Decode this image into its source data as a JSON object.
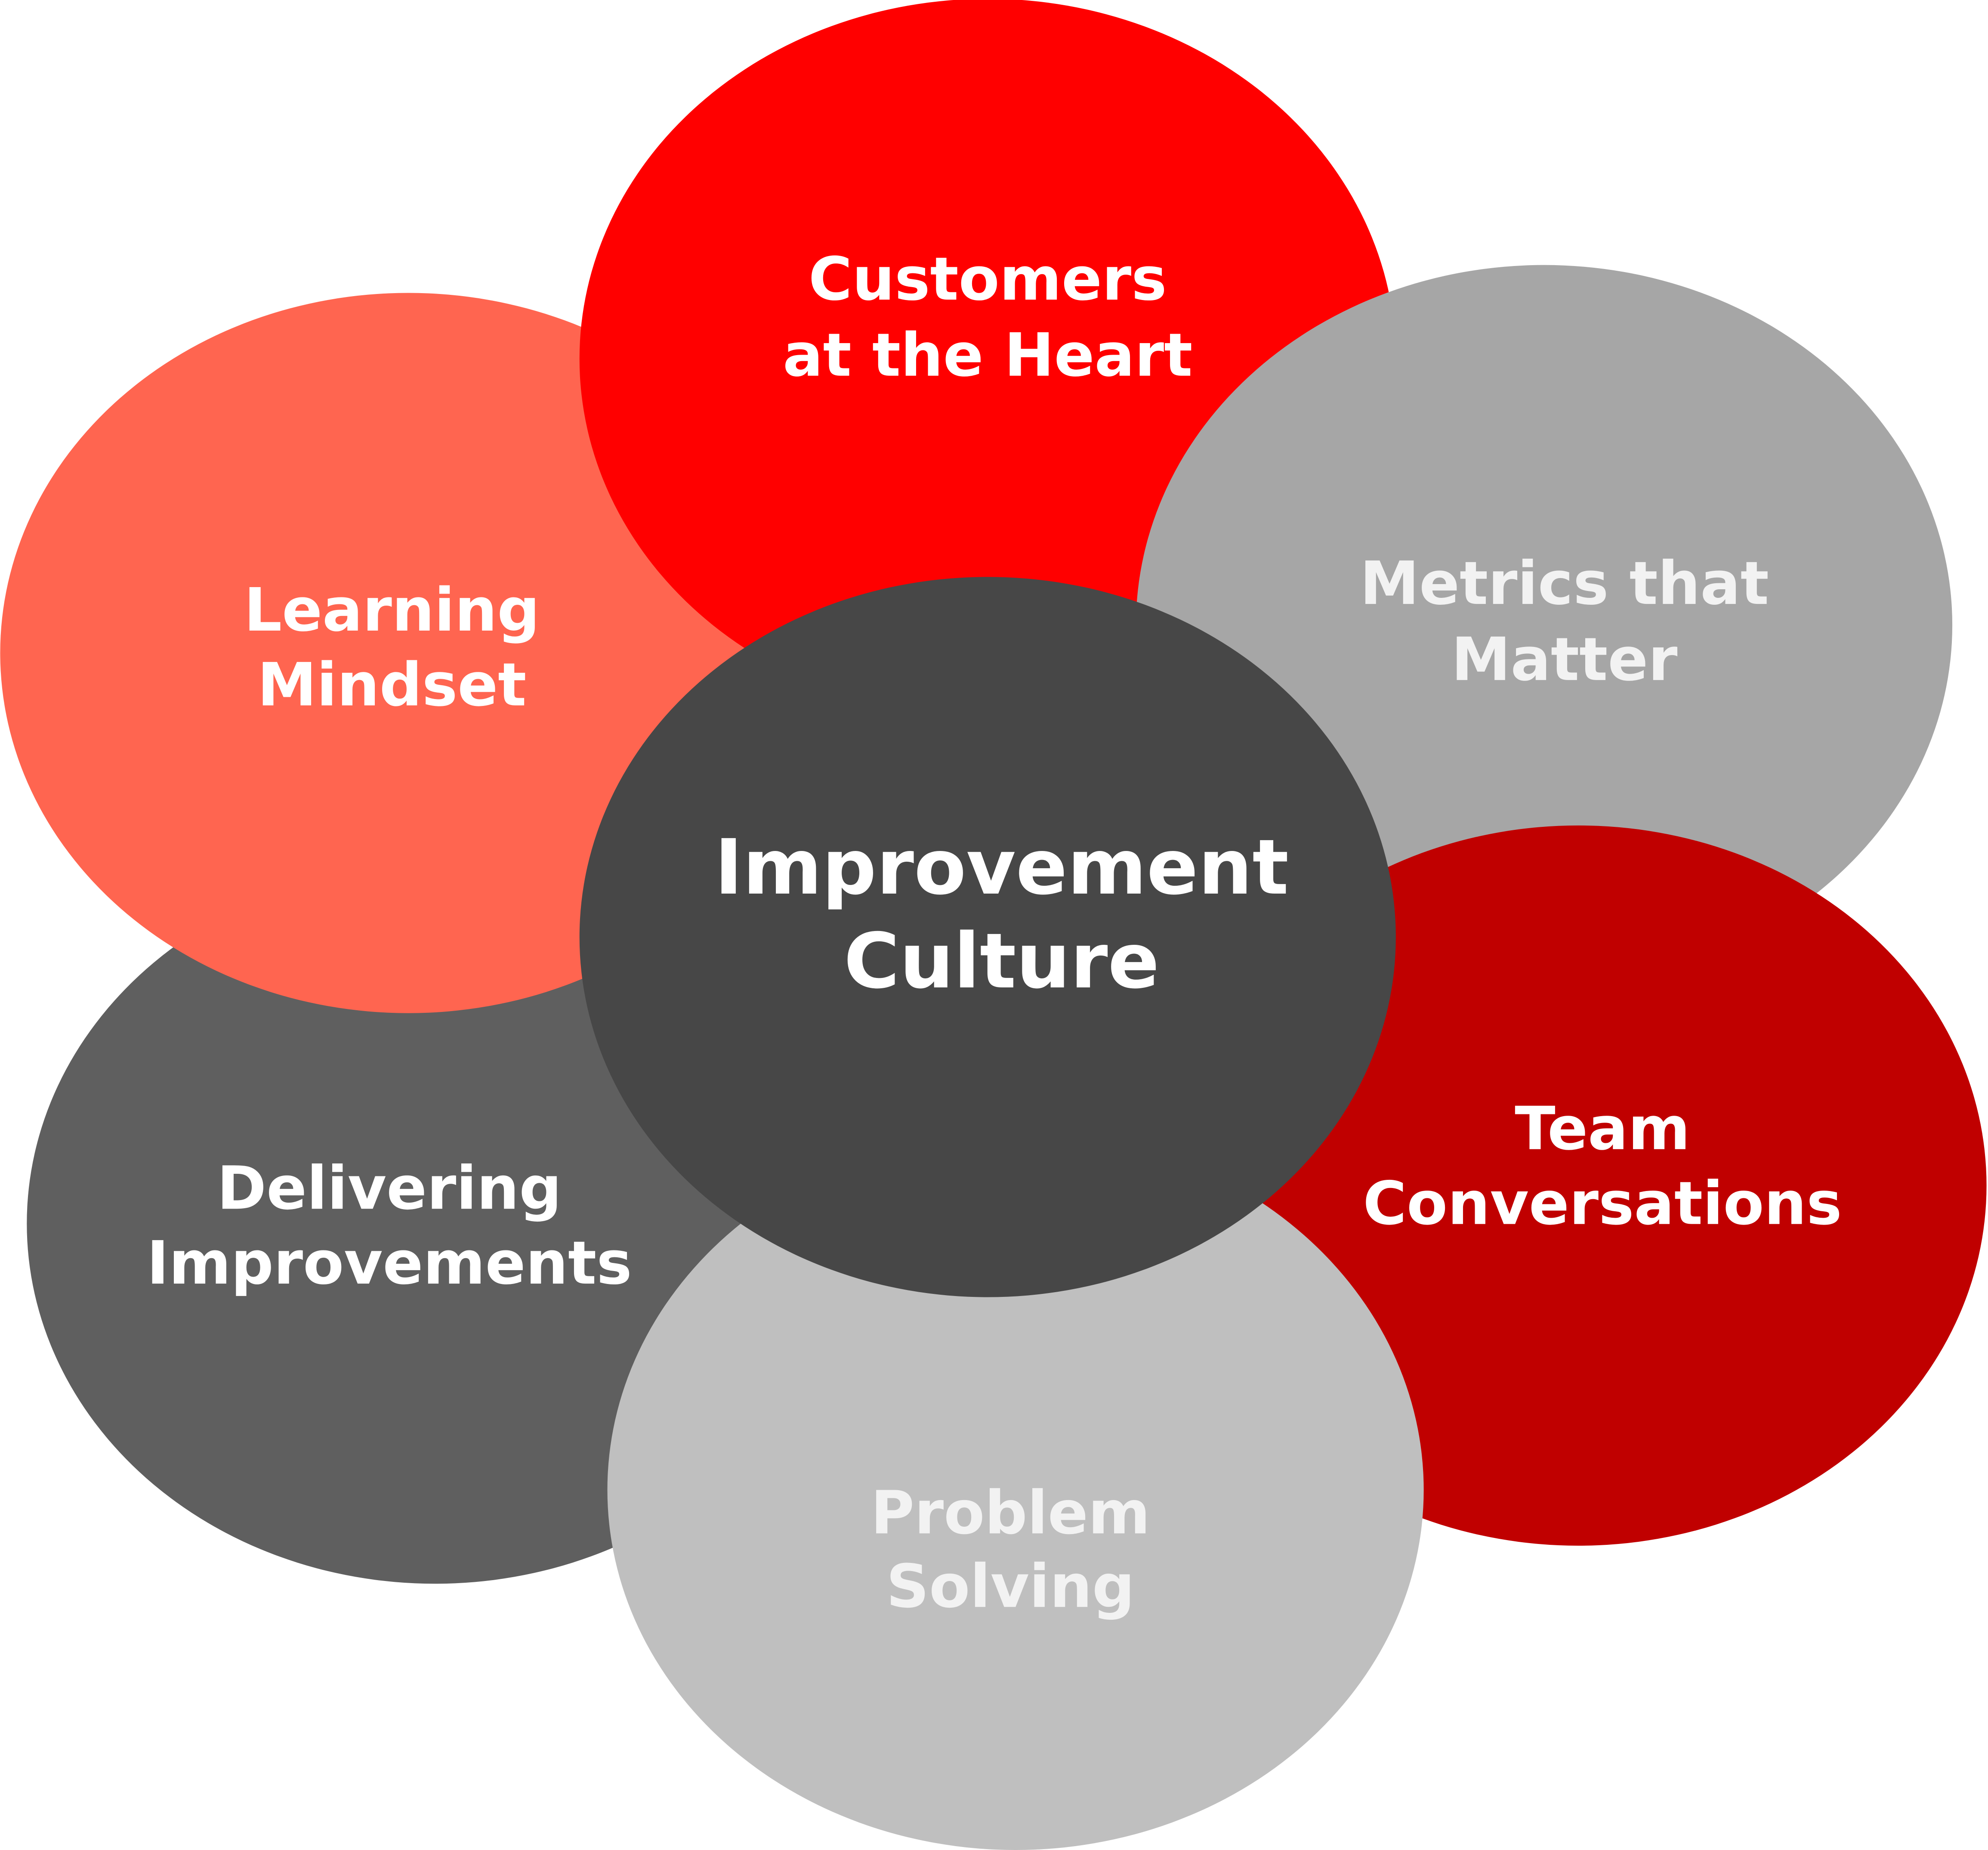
{
  "diagram": {
    "center": {
      "lines": [
        "Improvement",
        "Culture"
      ],
      "color": "#474747"
    },
    "petals": [
      {
        "id": "delivering",
        "lines": [
          "Delivering",
          "Improvements"
        ],
        "color": "#5F5F5F",
        "text_color": "#FFFFFF"
      },
      {
        "id": "learning",
        "lines": [
          "Learning",
          "Mindset"
        ],
        "color": "#FF6550",
        "text_color": "#FFFFFF"
      },
      {
        "id": "customers",
        "lines": [
          "Customers",
          "at the Heart"
        ],
        "color": "#FF0000",
        "text_color": "#FFFFFF"
      },
      {
        "id": "metrics",
        "lines": [
          "Metrics that",
          "Matter"
        ],
        "color": "#A6A6A6",
        "text_color": "#F2F2F2"
      },
      {
        "id": "team",
        "lines": [
          "Team",
          "Conversations"
        ],
        "color": "#C00000",
        "text_color": "#FFFFFF"
      },
      {
        "id": "problem",
        "lines": [
          "Problem",
          "Solving"
        ],
        "color": "#BFBFBF",
        "text_color": "#F2F2F2"
      }
    ]
  }
}
